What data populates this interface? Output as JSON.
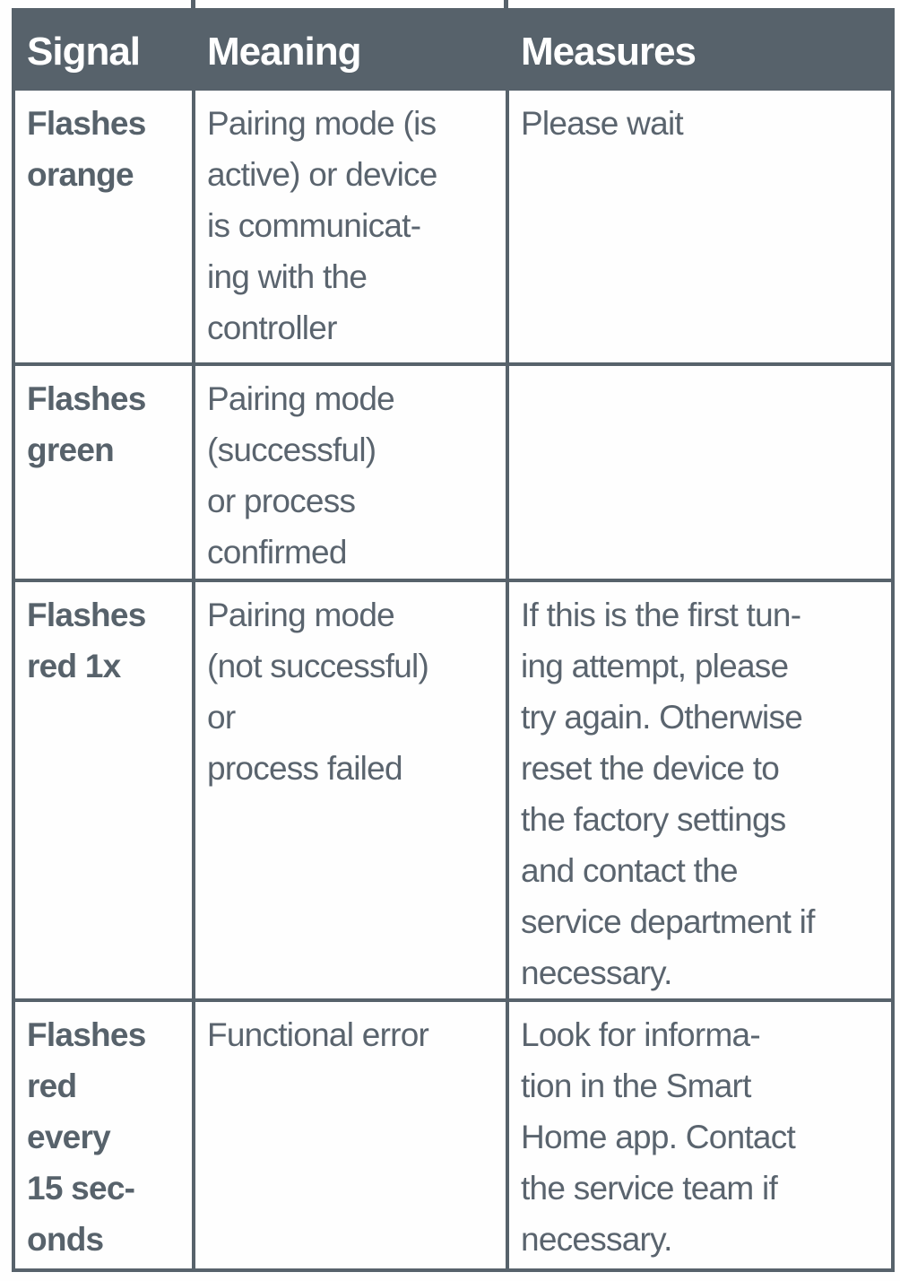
{
  "table": {
    "columns": [
      {
        "label": "Signal"
      },
      {
        "label": "Meaning"
      },
      {
        "label": "Measures"
      }
    ],
    "rows": [
      {
        "signal": "Flashes\norange",
        "meaning": "Pairing mode (is\nactive) or device\nis communicat-\ning with the\ncontroller",
        "measures": "Please wait"
      },
      {
        "signal": "Flashes\ngreen",
        "meaning": "Pairing mode\n(successful)\nor process\nconfirmed",
        "measures": ""
      },
      {
        "signal": "Flashes\nred 1x",
        "meaning": "Pairing mode\n(not successful)\nor\nprocess failed",
        "measures": "If this is the first tun-\ning attempt, please\ntry again. Otherwise\nreset the device to\nthe factory settings\nand contact the\nservice department if\nnecessary."
      },
      {
        "signal": "Flashes\nred\nevery\n15 sec-\nonds",
        "meaning": "Functional error",
        "measures": "Look for informa-\ntion in the Smart\nHome app. Contact\nthe service team if\nnecessary."
      }
    ],
    "colors": {
      "header_bg": "#57626b",
      "header_text": "#ffffff",
      "body_text": "#5a646e",
      "border": "#57626b"
    }
  }
}
